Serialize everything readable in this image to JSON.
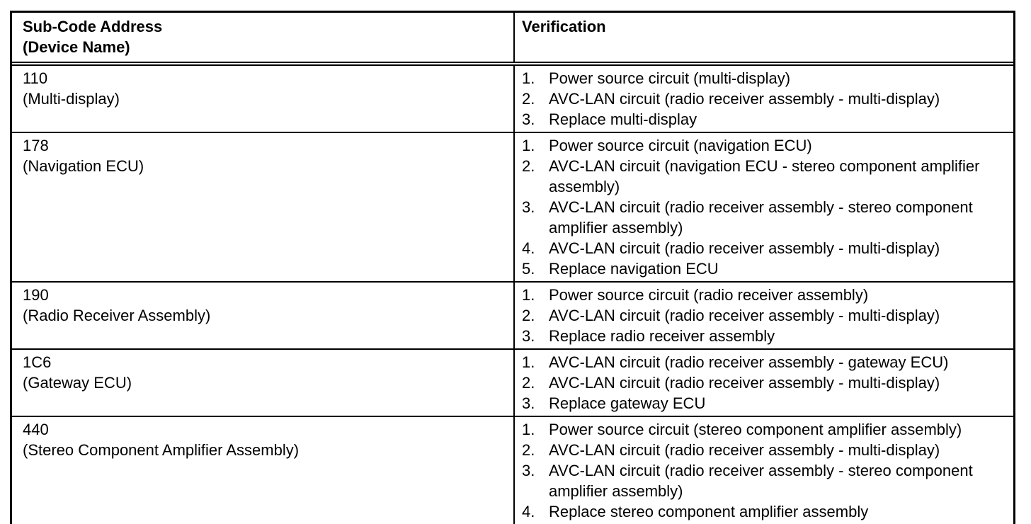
{
  "colors": {
    "background": "#ffffff",
    "text": "#000000",
    "border": "#000000"
  },
  "table": {
    "header": {
      "col1_line1": "Sub-Code Address",
      "col1_line2": "(Device Name)",
      "col2": "Verification"
    },
    "rows": [
      {
        "sub_code": "110",
        "device_name": "(Multi-display)",
        "verification": [
          {
            "num": "1.",
            "text": "Power source circuit (multi-display)"
          },
          {
            "num": "2.",
            "text": "AVC-LAN circuit (radio receiver assembly - multi-display)"
          },
          {
            "num": "3.",
            "text": "Replace multi-display"
          }
        ]
      },
      {
        "sub_code": "178",
        "device_name": "(Navigation ECU)",
        "verification": [
          {
            "num": "1.",
            "text": "Power source circuit (navigation ECU)"
          },
          {
            "num": "2.",
            "text": "AVC-LAN circuit (navigation ECU - stereo component amplifier assembly)"
          },
          {
            "num": "3.",
            "text": "AVC-LAN circuit (radio receiver assembly - stereo component amplifier assembly)"
          },
          {
            "num": "4.",
            "text": "AVC-LAN circuit (radio receiver assembly - multi-display)"
          },
          {
            "num": "5.",
            "text": "Replace navigation ECU"
          }
        ]
      },
      {
        "sub_code": "190",
        "device_name": "(Radio Receiver Assembly)",
        "verification": [
          {
            "num": "1.",
            "text": "Power source circuit (radio receiver assembly)"
          },
          {
            "num": "2.",
            "text": "AVC-LAN circuit (radio receiver assembly - multi-display)"
          },
          {
            "num": "3.",
            "text": "Replace radio receiver assembly"
          }
        ]
      },
      {
        "sub_code": "1C6",
        "device_name": "(Gateway ECU)",
        "verification": [
          {
            "num": "1.",
            "text": "AVC-LAN circuit (radio receiver assembly - gateway ECU)"
          },
          {
            "num": "2.",
            "text": "AVC-LAN circuit (radio receiver assembly - multi-display)"
          },
          {
            "num": "3.",
            "text": "Replace gateway ECU"
          }
        ]
      },
      {
        "sub_code": "440",
        "device_name": "(Stereo Component Amplifier Assembly)",
        "verification": [
          {
            "num": "1.",
            "text": "Power source circuit (stereo component amplifier assembly)"
          },
          {
            "num": "2.",
            "text": "AVC-LAN circuit (radio receiver assembly - multi-display)"
          },
          {
            "num": "3.",
            "text": "AVC-LAN circuit (radio receiver assembly - stereo component amplifier assembly)"
          },
          {
            "num": "4.",
            "text": "Replace stereo component amplifier assembly"
          }
        ]
      }
    ]
  }
}
